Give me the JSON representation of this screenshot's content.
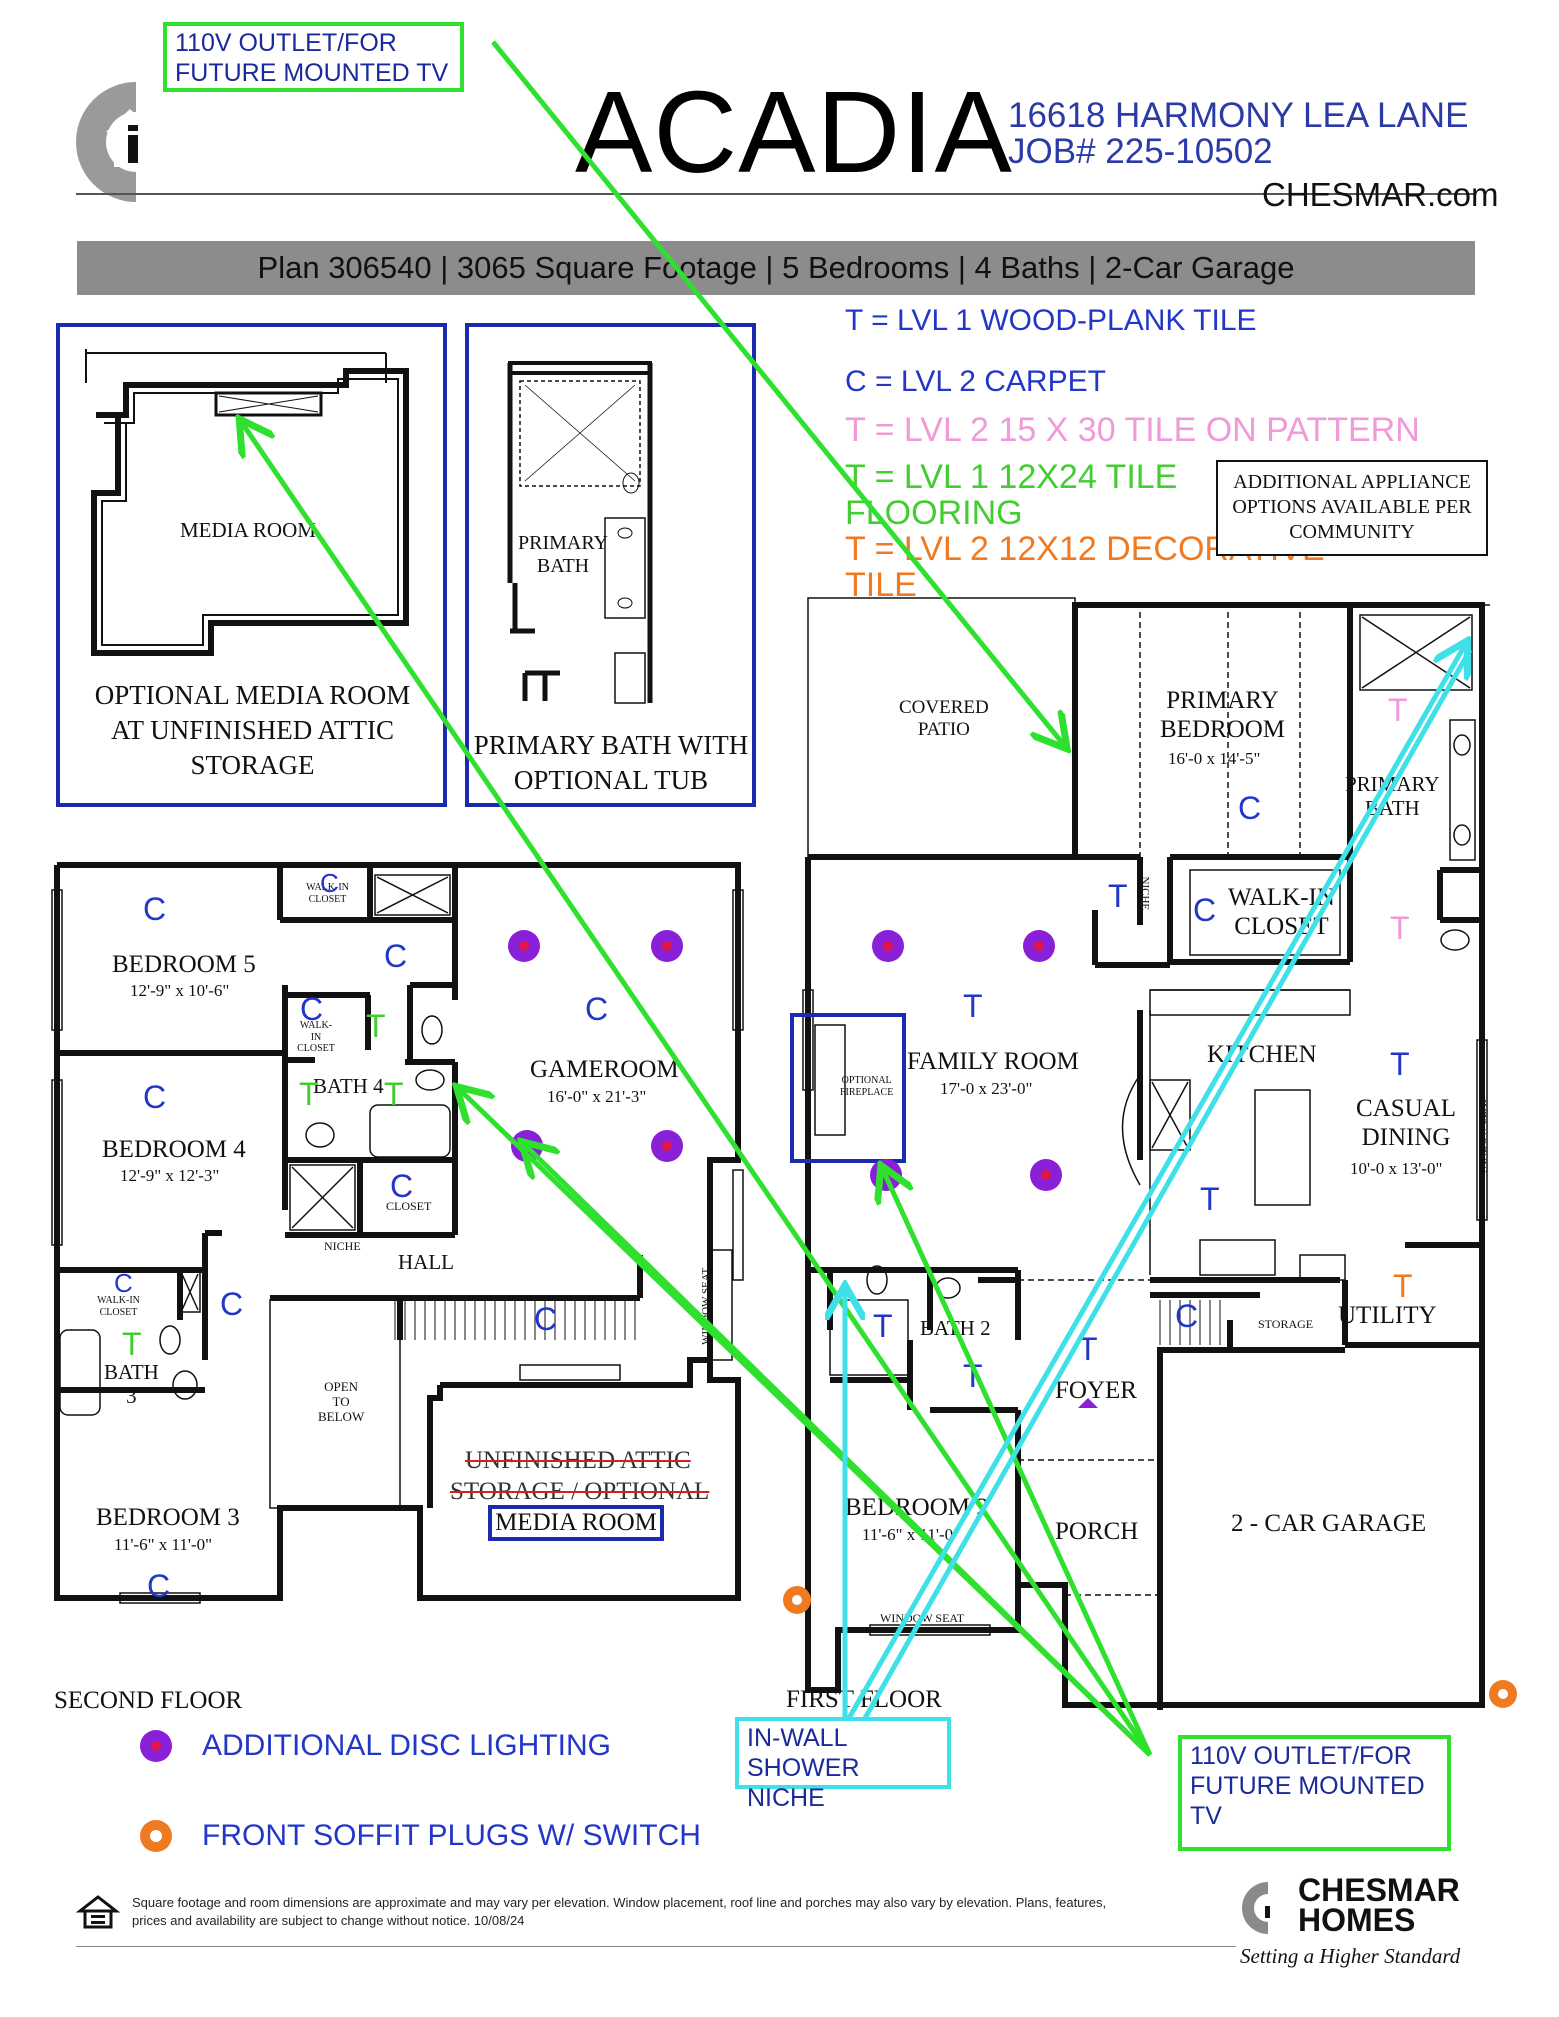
{
  "header": {
    "title": "ACADIA",
    "address_line1": "16618 HARMONY LEA LANE",
    "address_line2": "JOB# 225-10502",
    "website": "CHESMAR.com",
    "plan_summary": "Plan 306540 | 3065 Square Footage | 5 Bedrooms | 4 Baths | 2-Car Garage"
  },
  "colors": {
    "callout_green": "#2fe02f",
    "callout_cyan": "#3fe0e8",
    "option_blue": "#1b2bb0",
    "disc_purple": "#8a1fd8",
    "disc_center": "#e0164a",
    "plug_orange": "#f07a22",
    "strike_red": "#d81f1f"
  },
  "legend": {
    "lvl1_wood_tile": "T = LVL 1 WOOD-PLANK TILE",
    "lvl2_carpet": "C = LVL 2 CARPET",
    "lvl2_pattern_tile": "T = LVL 2 15 X 30 TILE ON PATTERN",
    "lvl1_12x24_line1": "T = LVL 1 12X24 TILE",
    "lvl1_12x24_line2": "FLOORING",
    "lvl2_decorative_line1": "T = LVL 2 12X12 DECORATIVE",
    "lvl2_decorative_line2": "TILE",
    "appliance_line1": "ADDITIONAL APPLIANCE",
    "appliance_line2": "OPTIONS AVAILABLE PER",
    "appliance_line3": "COMMUNITY",
    "disc_lighting": "ADDITIONAL DISC LIGHTING",
    "soffit_plugs": "FRONT SOFFIT PLUGS W/ SWITCH"
  },
  "callouts": {
    "top_outlet_line1": "110V OUTLET/FOR",
    "top_outlet_line2": "FUTURE MOUNTED TV",
    "bottom_outlet_line1": "110V OUTLET/FOR",
    "bottom_outlet_line2": "FUTURE MOUNTED",
    "bottom_outlet_line3": "TV",
    "niche_line1": "IN-WALL",
    "niche_line2": "SHOWER NICHE"
  },
  "options": {
    "media_room_plan_label": "MEDIA ROOM",
    "media_room_caption_line1": "OPTIONAL MEDIA ROOM",
    "media_room_caption_line2": "AT UNFINISHED ATTIC",
    "media_room_caption_line3": "STORAGE",
    "primary_bath_plan_line1": "PRIMARY",
    "primary_bath_plan_line2": "BATH",
    "primary_bath_caption_line1": "PRIMARY BATH WITH",
    "primary_bath_caption_line2": "OPTIONAL  TUB"
  },
  "second_floor": {
    "label": "SECOND FLOOR",
    "bedroom5": "BEDROOM 5",
    "bedroom5_dim": "12'-9\" x 10'-6\"",
    "bedroom4": "BEDROOM 4",
    "bedroom4_dim": "12'-9\" x 12'-3\"",
    "bedroom3": "BEDROOM 3",
    "bedroom3_dim": "11'-6\" x 11'-0\"",
    "gameroom": "GAMEROOM",
    "gameroom_dim": "16'-0\" x 21'-3\"",
    "bath4": "BATH 4",
    "bath3_line1": "BATH",
    "bath3_line2": "3",
    "hall": "HALL",
    "niche": "NICHE",
    "closet": "CLOSET",
    "walkin_closet": "WALK-IN CLOSET",
    "walkin_closet_b": "WALK-IN CLOSET",
    "walkin_closet_c": "WALK-IN CLOSET",
    "open_to_below_line1": "OPEN",
    "open_to_below_line2": "TO",
    "open_to_below_line3": "BELOW",
    "window_seat": "WINDOW SEAT",
    "attic_line1": "UNFINISHED ATTIC",
    "attic_line2": "STORAGE / OPTIONAL",
    "media_room": "MEDIA ROOM"
  },
  "first_floor": {
    "label": "FIRST FLOOR",
    "covered_patio_line1": "COVERED",
    "covered_patio_line2": "PATIO",
    "primary_bedroom_line1": "PRIMARY",
    "primary_bedroom_line2": "BEDROOM",
    "primary_bedroom_dim": "16'-0 x 14'-5\"",
    "primary_bath_line1": "PRIMARY",
    "primary_bath_line2": "BATH",
    "walkin_closet_line1": "WALK-IN",
    "walkin_closet_line2": "CLOSET",
    "niche": "NICHE",
    "family_room": "FAMILY ROOM",
    "family_room_dim": "17'-0 x 23'-0\"",
    "optional_fireplace_line1": "OPTIONAL",
    "optional_fireplace_line2": "FIREPLACE",
    "kitchen": "KITCHEN",
    "casual_dining_line1": "CASUAL",
    "casual_dining_line2": "DINING",
    "casual_dining_dim": "10'-0 x 13'-0\"",
    "window_seat_right": "WINDOW SEAT",
    "bath2": "BATH 2",
    "foyer": "FOYER",
    "storage": "STORAGE",
    "utility": "UTILITY",
    "bedroom2": "BEDROOM 2",
    "bedroom2_dim": "11'-6\" x 11'-0\"",
    "porch": "PORCH",
    "window_seat_bottom": "WINDOW SEAT",
    "garage": "2 - CAR GARAGE"
  },
  "footer": {
    "disclaimer_line1": "Square footage and room dimensions are approximate and may vary per elevation. Window placement, roof line and porches may also vary by elevation. Plans, features,",
    "disclaimer_line2": "prices and availability are subject to change without notice.   10/08/24",
    "brand_line1": "CHESMAR",
    "brand_line2": "HOMES",
    "tagline": "Setting a Higher Standard"
  },
  "floor_marks": {
    "c": "C",
    "t": "T"
  }
}
